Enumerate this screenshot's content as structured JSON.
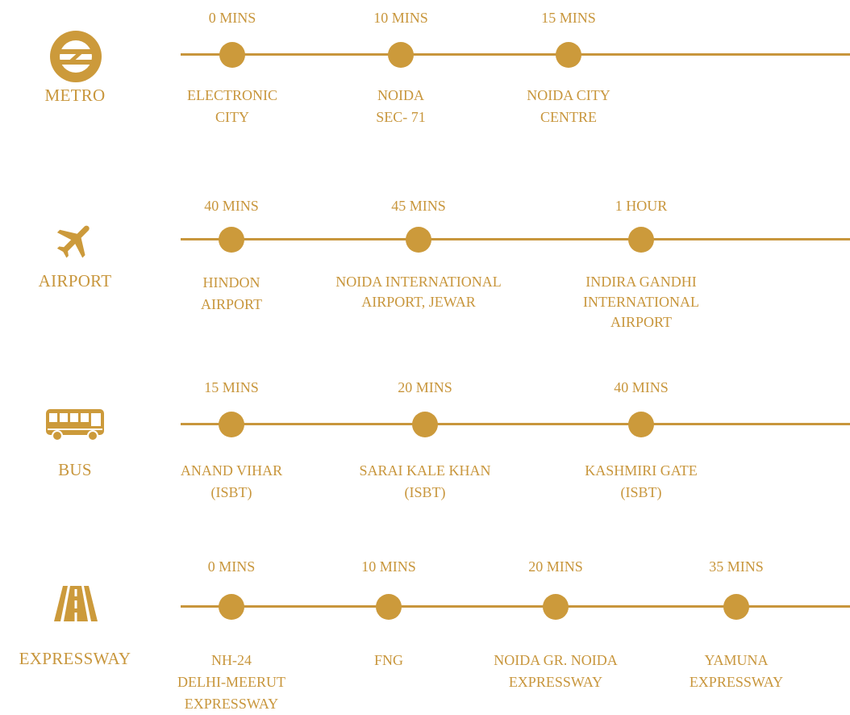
{
  "colors": {
    "accent": "#c8963c",
    "background": "#ffffff"
  },
  "categories": [
    {
      "label": "METRO",
      "icon": "metro-logo-icon",
      "stops": [
        {
          "time": "0 MINS",
          "place": [
            "ELECTRONIC",
            "CITY"
          ]
        },
        {
          "time": "10 MINS",
          "place": [
            "NOIDA",
            "SEC- 71"
          ]
        },
        {
          "time": "15 MINS",
          "place": [
            "NOIDA CITY",
            "CENTRE"
          ]
        }
      ]
    },
    {
      "label": "AIRPORT",
      "icon": "airplane-icon",
      "stops": [
        {
          "time": "40 MINS",
          "place": [
            "HINDON",
            "AIRPORT"
          ]
        },
        {
          "time": "45 MINS",
          "place": [
            "NOIDA INTERNATIONAL",
            "AIRPORT, JEWAR"
          ]
        },
        {
          "time": "1 HOUR",
          "place": [
            "INDIRA GANDHI",
            "INTERNATIONAL",
            "AIRPORT"
          ]
        }
      ]
    },
    {
      "label": "BUS",
      "icon": "bus-icon",
      "stops": [
        {
          "time": "15 MINS",
          "place": [
            "ANAND VIHAR",
            "(ISBT)"
          ]
        },
        {
          "time": "20 MINS",
          "place": [
            "SARAI KALE KHAN",
            "(ISBT)"
          ]
        },
        {
          "time": "40 MINS",
          "place": [
            "KASHMIRI GATE",
            "(ISBT)"
          ]
        }
      ]
    },
    {
      "label": "EXPRESSWAY",
      "icon": "road-icon",
      "stops": [
        {
          "time": "0 MINS",
          "place": [
            "NH-24",
            "DELHI-MEERUT",
            "EXPRESSWAY"
          ]
        },
        {
          "time": "10 MINS",
          "place": [
            "FNG"
          ]
        },
        {
          "time": "20 MINS",
          "place": [
            "NOIDA GR. NOIDA",
            "EXPRESSWAY"
          ]
        },
        {
          "time": "35 MINS",
          "place": [
            "YAMUNA",
            "EXPRESSWAY"
          ]
        }
      ]
    }
  ]
}
